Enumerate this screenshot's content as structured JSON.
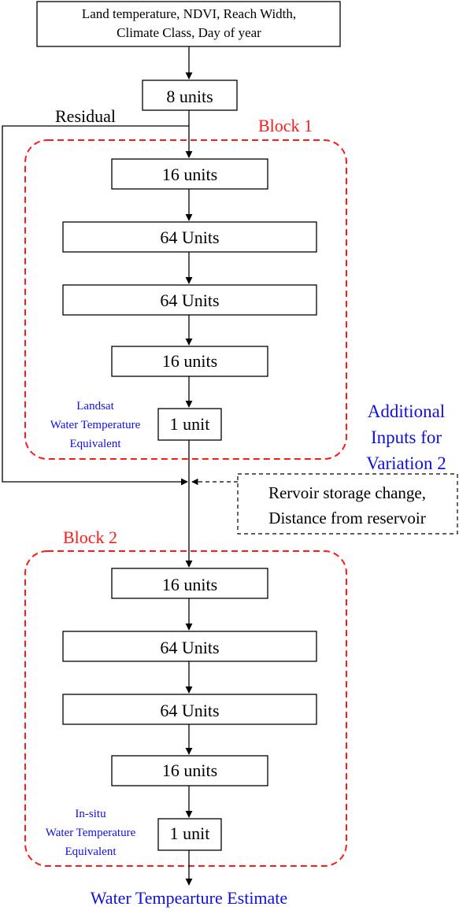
{
  "colors": {
    "block_outline": "#ff1a1a",
    "block_title": "#ff1a1a",
    "blue_text": "#1010e0",
    "line": "#000000"
  },
  "input": {
    "line1": "Land temperature, NDVI, Reach Width,",
    "line2": "Climate Class, Day of year"
  },
  "first_layer": "8 units",
  "residual_label": "Residual",
  "block1": {
    "title": "Block 1",
    "layers": [
      "16 units",
      "64 Units",
      "64 Units",
      "16 units",
      "1 unit"
    ],
    "output_label": [
      "Landsat",
      "Water Temperature",
      "Equivalent"
    ]
  },
  "additional": {
    "label": [
      "Additional",
      "Inputs for",
      "Variation 2"
    ],
    "box": [
      "Rervoir storage change,",
      "Distance from  reservoir"
    ]
  },
  "block2": {
    "title": "Block 2",
    "layers": [
      "16 units",
      "64 Units",
      "64 Units",
      "16 units",
      "1 unit"
    ],
    "output_label": [
      "In-situ",
      "Water Temperature",
      "Equivalent"
    ]
  },
  "final_output": "Water Tempearture Estimate"
}
